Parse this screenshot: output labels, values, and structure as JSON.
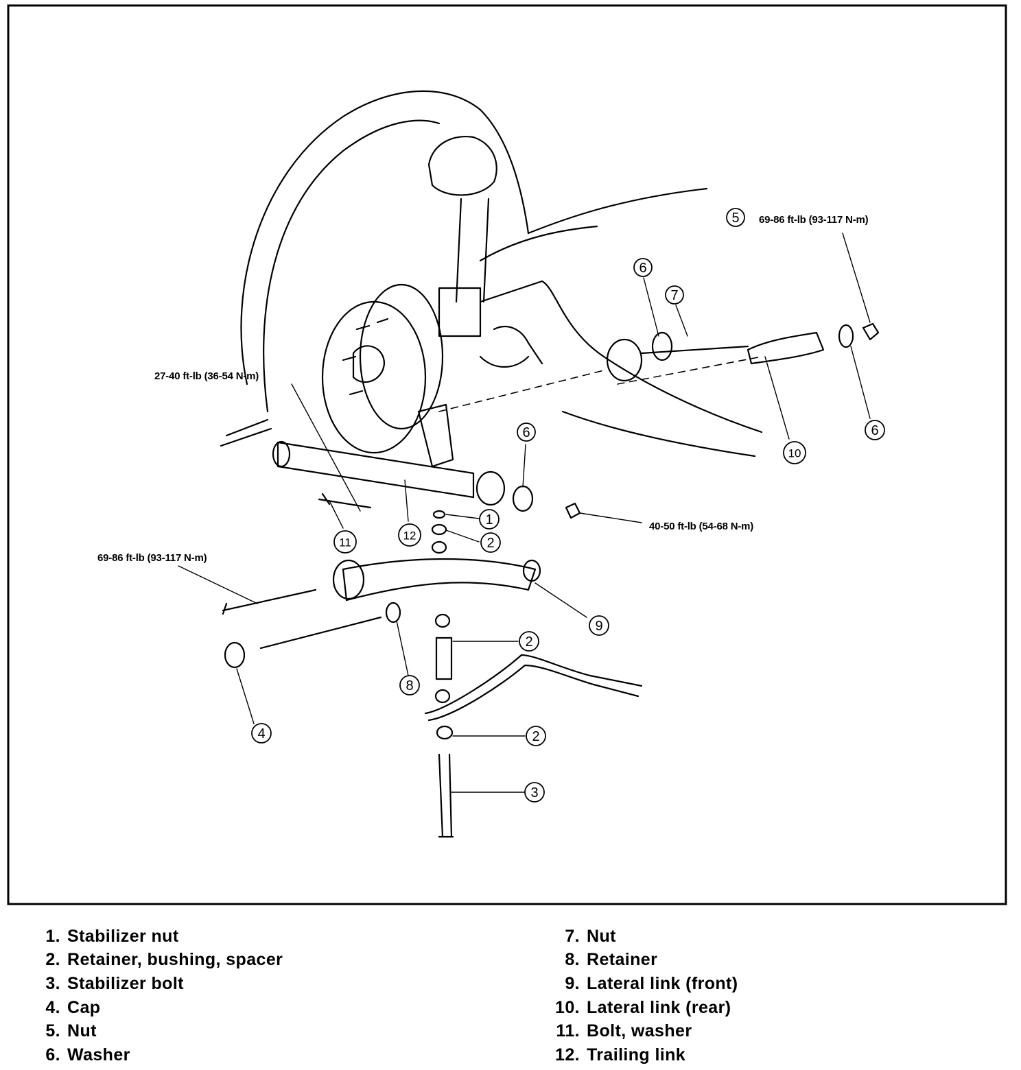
{
  "annotations": {
    "torque_nut5": "69-86 ft-lb (93-117 N-m)",
    "torque_bolt11": "27-40 ft-lb (36-54 N-m)",
    "torque_nut_front": "40-50 ft-lb (54-68 N-m)",
    "torque_bolt4": "69-86 ft-lb (93-117 N-m)"
  },
  "callouts": {
    "c1": "1",
    "c2a": "2",
    "c2b": "2",
    "c2c": "2",
    "c3": "3",
    "c4": "4",
    "c5": "5",
    "c6a": "6",
    "c6b": "6",
    "c6c": "6",
    "c7": "7",
    "c8": "8",
    "c9": "9",
    "c10": "10",
    "c11": "11",
    "c12": "12"
  },
  "legend": {
    "left": [
      {
        "num": "1.",
        "label": "Stabilizer nut"
      },
      {
        "num": "2.",
        "label": "Retainer, bushing, spacer"
      },
      {
        "num": "3.",
        "label": "Stabilizer bolt"
      },
      {
        "num": "4.",
        "label": "Cap"
      },
      {
        "num": "5.",
        "label": "Nut"
      },
      {
        "num": "6.",
        "label": "Washer"
      }
    ],
    "right": [
      {
        "num": "7.",
        "label": "Nut"
      },
      {
        "num": "8.",
        "label": "Retainer"
      },
      {
        "num": "9.",
        "label": "Lateral link (front)"
      },
      {
        "num": "10.",
        "label": "Lateral link (rear)"
      },
      {
        "num": "11.",
        "label": "Bolt, washer"
      },
      {
        "num": "12.",
        "label": "Trailing link"
      }
    ]
  }
}
